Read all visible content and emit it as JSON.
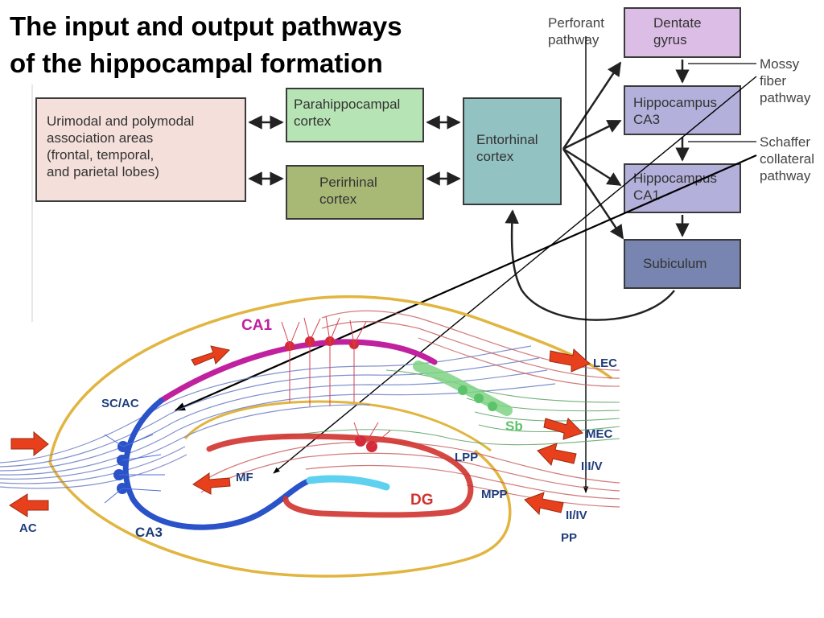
{
  "title": {
    "line1": "The input and output pathways",
    "line2": "of the hippocampal formation"
  },
  "flowchart": {
    "association": {
      "line1": "Urimodal and polymodal",
      "line2": "association areas",
      "line3": "(frontal, temporal,",
      "line4": "and parietal lobes)"
    },
    "parahippocampal": {
      "line1": "Parahippocampal",
      "line2": "cortex"
    },
    "perirhinal": {
      "line1": "Perirhinal",
      "line2": "cortex"
    },
    "entorhinal": {
      "line1": "Entorhinal",
      "line2": "cortex"
    },
    "dentate": {
      "line1": "Dentate",
      "line2": "gyrus"
    },
    "ca3": {
      "line1": "Hippocampus",
      "line2": "CA3"
    },
    "ca1": {
      "line1": "Hippocampus",
      "line2": "CA1"
    },
    "subiculum": {
      "line1": "Subiculum"
    },
    "perforant": {
      "line1": "Perforant",
      "line2": "pathway"
    },
    "mossy": {
      "line1": "Mossy",
      "line2": "fiber",
      "line3": "pathway"
    },
    "schaffer": {
      "line1": "Schaffer",
      "line2": "collateral",
      "line3": "pathway"
    }
  },
  "anatomy": {
    "ca1": "CA1",
    "sb": "Sb",
    "dg": "DG",
    "ca3": "CA3",
    "sc_ac": "SC/AC",
    "mf": "MF",
    "lpp": "LPP",
    "mpp": "MPP",
    "lec": "LEC",
    "mec": "MEC",
    "iii_v": "III/V",
    "ii_iv": "II/IV",
    "pp": "PP",
    "ac": "AC"
  },
  "colors": {
    "association": "#f4dfda",
    "parahippocampal": "#b7e4b4",
    "perirhinal": "#a8b976",
    "entorhinal": "#93c2c3",
    "dentate": "#dcbde6",
    "hippocampus": "#b3b0db",
    "subiculum": "#7785b0",
    "ca1_region": "#c0219e",
    "ca3_region": "#2a52c9",
    "dg_region": "#d0332e",
    "subiculum_region": "#5bc36a",
    "outline": "#e1b540",
    "arrow_marker": "#e8401c"
  }
}
